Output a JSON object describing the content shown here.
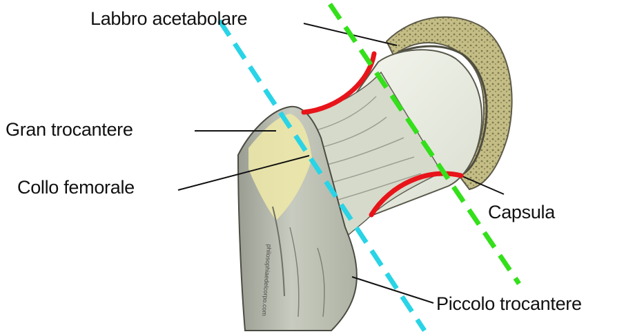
{
  "labels": {
    "labbro_acetabolare": "Labbro acetabolare",
    "gran_trocantere": "Gran trocantere",
    "collo_femorale": "Collo femorale",
    "capsula": "Capsula",
    "piccolo_trocantere": "Piccolo trocantere"
  },
  "watermark": "philosophiaedelcorpo.com",
  "colors": {
    "capsule_highlight": "#e8141a",
    "cyan_dashed_line": "#29d4e6",
    "green_dashed_line": "#33e01a",
    "leader_line": "#111111",
    "bone_cartilage": "#e8ecdc",
    "trochanter_yellow": "#ece7a8",
    "acetabulum_cancellous": "#b9b07a"
  }
}
